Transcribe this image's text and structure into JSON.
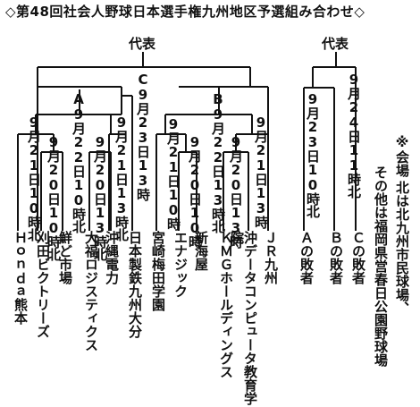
{
  "title": "◇第48回社会人野球日本選手権九州地区予選組み合わせ◇",
  "bracket_left": {
    "representative_label": "代表",
    "final": "C9月23日13時",
    "semifinals": [
      {
        "id": "A",
        "text": "A9月22日10時北"
      },
      {
        "id": "B",
        "text": "B9月22日13時北"
      }
    ],
    "first_round": [
      "9月21日10時北",
      "9月20日10時北",
      "9月20日13時北",
      "9月21日13時北",
      "9月21日10時",
      "9月20日10時",
      "9月20日13時",
      "9月21日13時"
    ],
    "teams": [
      "Ｈｏｎｄａ熊本",
      "刈田ビクトリーズ",
      "鮮ど市場",
      "大福ロジスティクス",
      "沖縄電力",
      "日本製鉄九州大分",
      "宮崎梅田学園",
      "エナジック",
      "新海屋",
      "ＫＭＧホールディングス",
      "沖データコンピュータ教育学院",
      "ＪＲ九州"
    ]
  },
  "bracket_right": {
    "representative_label": "代表",
    "final": "9月24日11時北",
    "semifinal": "9月23日10時北",
    "entries": [
      "Ａの敗者",
      "Ｂの敗者",
      "Ｃの敗者"
    ]
  },
  "venue_note": {
    "heading": "※会場",
    "lines": [
      "北は北九州市民球場、",
      "その他は福岡県営春日公園野球場"
    ]
  }
}
